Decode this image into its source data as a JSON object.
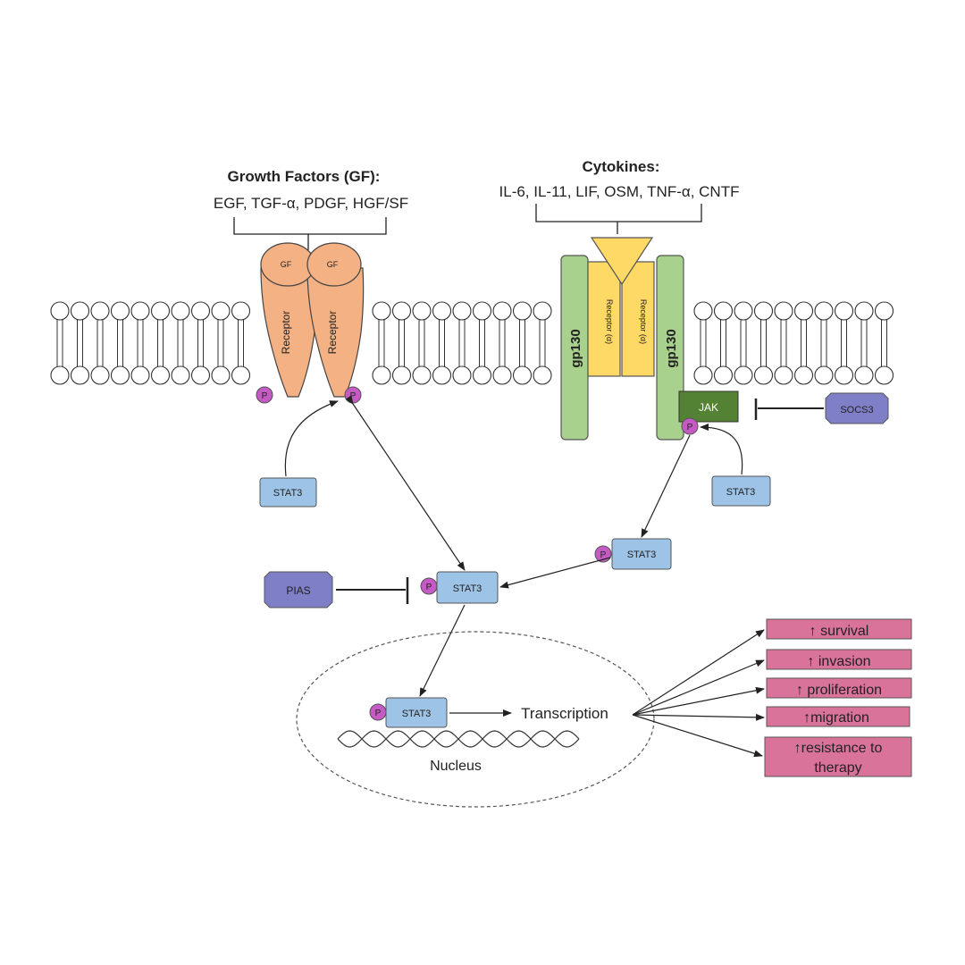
{
  "growth_factors": {
    "title": "Growth Factors (GF):",
    "list": "EGF, TGF-α, PDGF, HGF/SF"
  },
  "cytokines": {
    "title": "Cytokines:",
    "list": "IL-6, IL-11, LIF, OSM, TNF-α, CNTF"
  },
  "gf_receptor": {
    "ligand": "GF",
    "receptor": "Receptor"
  },
  "cytokine_receptor": {
    "gp130": "gp130",
    "receptor_alpha": "Receptor (α)"
  },
  "jak": "JAK",
  "socs3": "SOCS3",
  "pias": "PIAS",
  "stat3": "STAT3",
  "phospho": "P",
  "transcription": "Transcription",
  "nucleus": "Nucleus",
  "outcomes": [
    "↑ survival",
    "↑ invasion",
    "↑ proliferation",
    "↑migration",
    "↑resistance to",
    "therapy"
  ],
  "colors": {
    "receptor_orange": "#f4b183",
    "gp130_green": "#a9d18e",
    "receptor_alpha_yellow": "#ffd966",
    "jak_green": "#548235",
    "inhibitor_purple": "#7f7fc7",
    "stat3_blue": "#9dc3e6",
    "phospho_purple": "#c55ac5",
    "outcome_pink": "#d9739a"
  }
}
